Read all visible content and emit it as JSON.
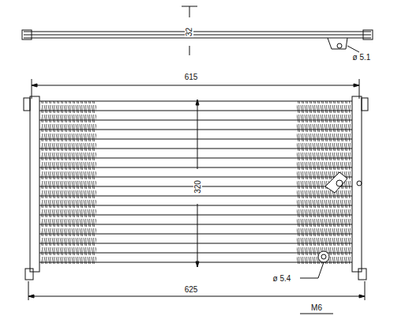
{
  "diagram": {
    "labels": [
      "32",
      "ø 5.1",
      "615",
      "320",
      "625",
      "ø 5.4",
      "M6"
    ]
  }
}
